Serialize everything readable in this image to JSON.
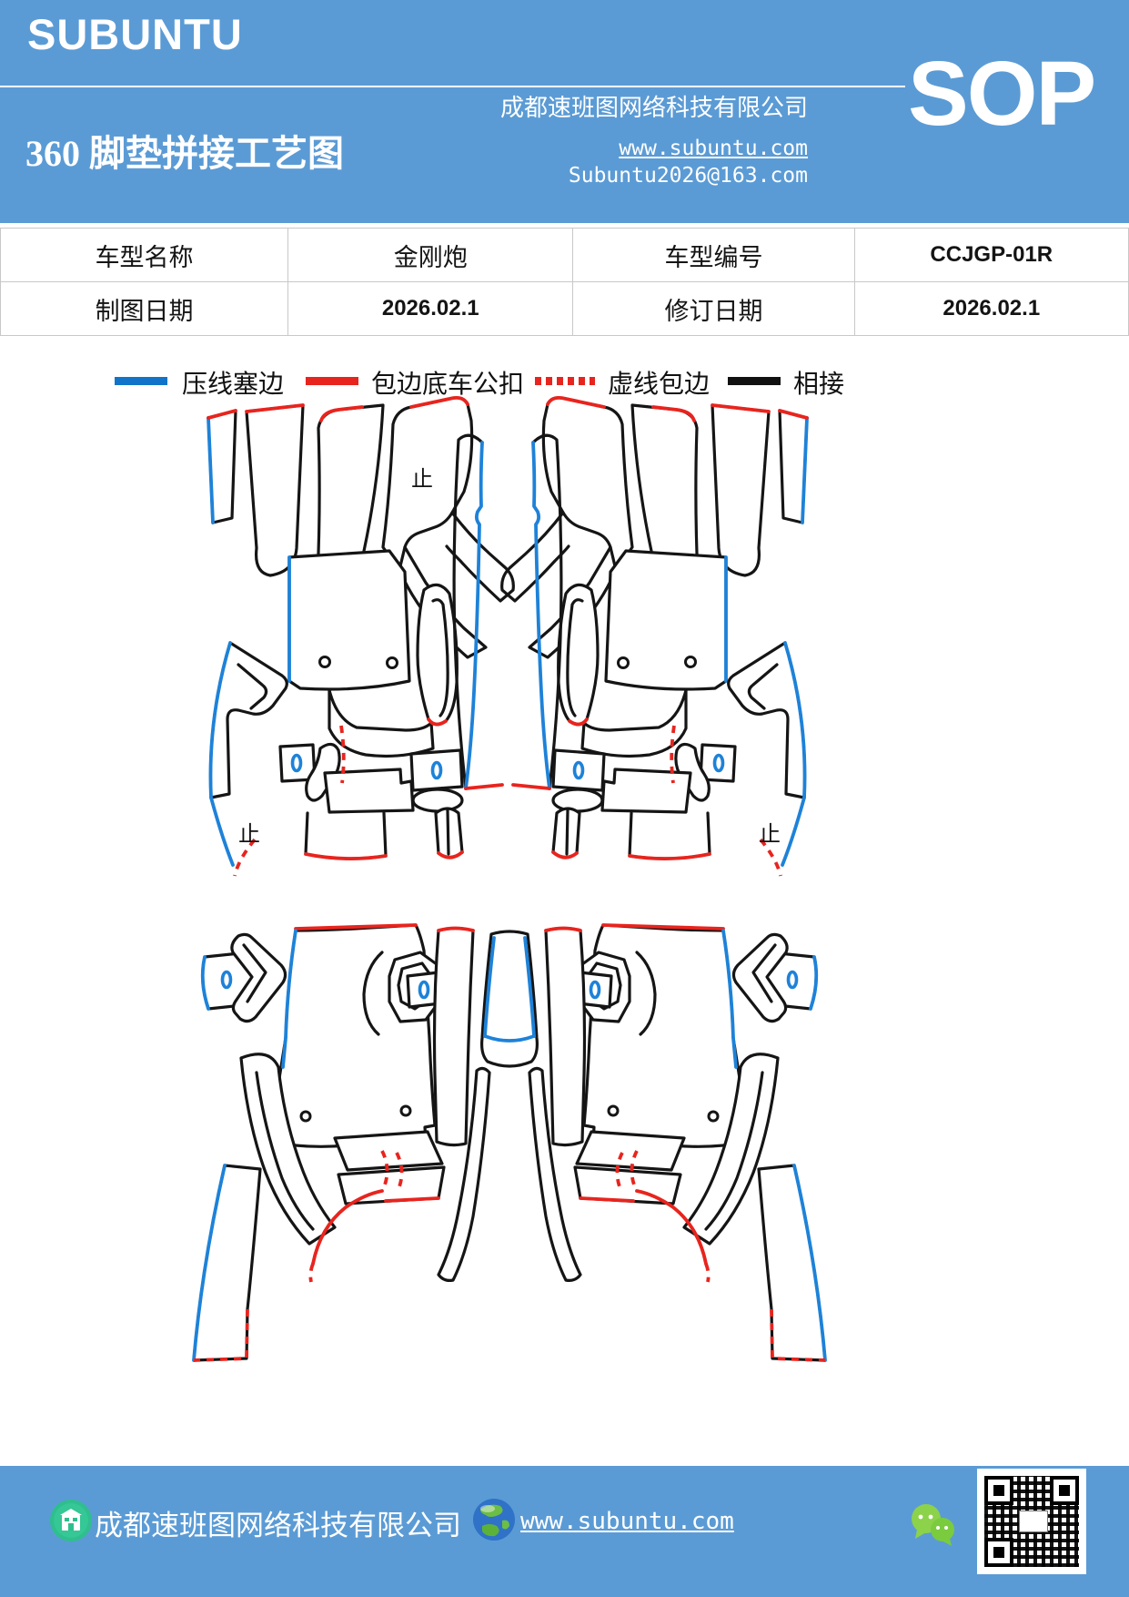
{
  "header": {
    "brand": "SUBUNTU",
    "sop_label": "SOP",
    "company": "成都速班图网络科技有限公司",
    "title": "360 脚垫拼接工艺图",
    "website": "www.subuntu.com",
    "email": "Subuntu2026@163.com",
    "background_color": "#5B9BD5"
  },
  "info_table": {
    "rows": [
      [
        "车型名称",
        "金刚炮",
        "车型编号",
        "CCJGP-01R"
      ],
      [
        "制图日期",
        "2026.02.1",
        "修订日期",
        "2026.02.1"
      ]
    ]
  },
  "legend": {
    "items": [
      {
        "label": "压线塞边",
        "color": "#1274C8",
        "style": "solid"
      },
      {
        "label": "包边底车公扣",
        "color": "#E8241E",
        "style": "solid"
      },
      {
        "label": "虚线包边",
        "color": "#E8241E",
        "style": "dotted"
      },
      {
        "label": "相接",
        "color": "#111111",
        "style": "solid"
      }
    ]
  },
  "diagram": {
    "stop_marks": [
      "止",
      "止",
      "止"
    ],
    "line_colors": {
      "press_edge_blue": "#1E82D8",
      "binding_red": "#E8241E",
      "join_black": "#151515"
    }
  },
  "footer": {
    "company": "成都速班图网络科技有限公司",
    "website": "www.subuntu.com",
    "background_color": "#5B9BD5"
  }
}
